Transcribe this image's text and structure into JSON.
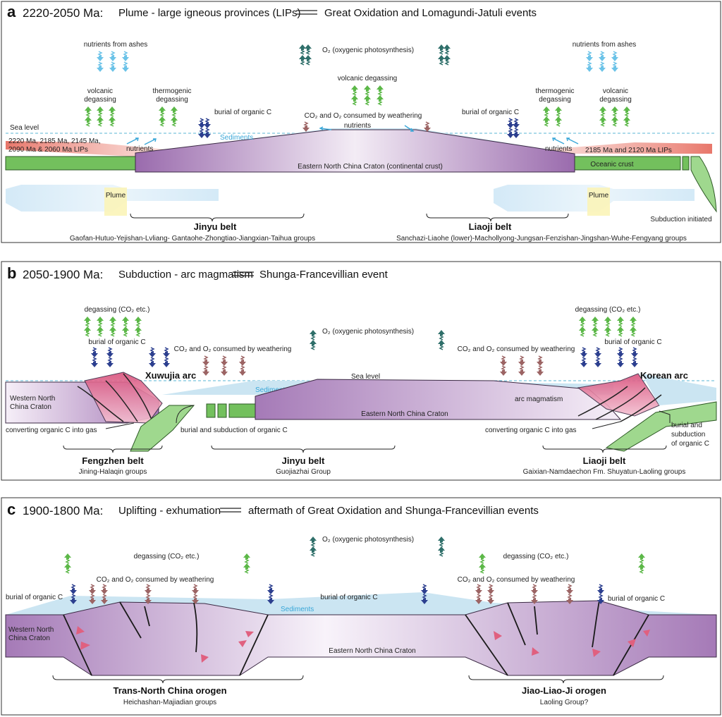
{
  "colors": {
    "purple": "#a77bb8",
    "green": "#6fbf5a",
    "seawater": "#b6dcee",
    "sea_level": "#5ab6d6",
    "sediment_text": "#3aa7d8",
    "o2_arrow": "#2f6f6a",
    "degas_arrow": "#5cb848",
    "burial_arrow": "#2c3f8f",
    "weathering_arrow": "#9c6464",
    "ash_arrow": "#6cc3e8",
    "lip_red": "#e8776b",
    "magma_pink": "#d9517c",
    "plume_yellow": "#fbf4b8"
  },
  "icons": {
    "o2": "double-up-arrow-icon",
    "degassing": "double-up-arrow-icon",
    "burial": "double-down-arrow-icon",
    "weathering": "double-down-arrow-icon",
    "ashes": "double-down-arrow-icon"
  },
  "panel_a": {
    "letter": "a",
    "age": "2220-2050 Ma:",
    "title_left": "Plume - large igneous provinces (LIPs)",
    "title_right": "Great Oxidation and Lomagundi-Jatuli events",
    "nutrients_ashes_left": "nutrients from ashes",
    "nutrients_ashes_right": "nutrients from ashes",
    "o2": "O₂ (oxygenic photosynthesis)",
    "volcanic_degassing_center": "volcanic degassing",
    "volcanic_left_1": "volcanic",
    "volcanic_left_2": "degassing",
    "thermo_left_1": "thermogenic",
    "thermo_left_2": "degassing",
    "thermo_right_1": "thermogenic",
    "thermo_right_2": "degassing",
    "volcanic_right_1": "volcanic",
    "volcanic_right_2": "degassing",
    "burial_left": "burial of organic C",
    "burial_right": "burial of organic C",
    "weathering": "CO₂ and O₂ consumed by weathering",
    "nutrients_center": "nutrients",
    "nutrients_left": "nutrients",
    "nutrients_right": "nutrients",
    "sea_level": "Sea level",
    "sediments": "Sediments",
    "lips_left_1": "2220 Ma, 2185 Ma, 2145 Ma,",
    "lips_left_2": "2090 Ma & 2060 Ma LIPs",
    "lips_right": "2185 Ma and 2120 Ma LIPs",
    "craton": "Eastern North China Craton (continental crust)",
    "oceanic_crust": "Oceanic crust",
    "plume_left": "Plume",
    "plume_right": "Plume",
    "subduction_initiated": "Subduction initiated",
    "belt_left": "Jinyu belt",
    "belt_right": "Liaoji belt",
    "groups_left": "Gaofan-Hutuo-Yejishan-Lvliang- Gantaohe-Zhongtiao-Jiangxian-Taihua groups",
    "groups_right": "Sanchazi-Liaohe (lower)-Machollyong-Jungsan-Fenzishan-Jingshan-Wuhe-Fengyang groups"
  },
  "panel_b": {
    "letter": "b",
    "age": "2050-1900 Ma:",
    "title_left": "Subduction - arc magmatism",
    "title_right": "Shunga-Francevillian event",
    "degassing_left": "degassing (CO₂ etc.)",
    "degassing_right": "degassing (CO₂ etc.)",
    "burial_left": "burial of organic C",
    "burial_right": "burial of organic C",
    "o2": "O₂ (oxygenic photosynthesis)",
    "weathering_left": "CO₂ and O₂ consumed by weathering",
    "weathering_right": "CO₂ and O₂ consumed by weathering",
    "arc_left": "Xuwujia arc",
    "arc_right": "Korean arc",
    "sea_level": "Sea level",
    "sediments": "Sediments",
    "western_craton_1": "Western North",
    "western_craton_2": "China Craton",
    "eastern_craton": "Eastern North China Craton",
    "arc_magmatism": "arc magmatism",
    "converting_left": "converting organic C into gas",
    "converting_right": "converting organic C into gas",
    "burial_subduction": "burial and subduction of organic C",
    "burial_subduction_r1": "burial and",
    "burial_subduction_r2": "subduction",
    "burial_subduction_r3": "of organic C",
    "belt_left": "Fengzhen belt",
    "belt_center": "Jinyu belt",
    "belt_right": "Liaoji belt",
    "groups_left": "Jining-Halaqin groups",
    "groups_center": "Guojiazhai Group",
    "groups_right": "Gaixian-Namdaechon Fm. Shuyatun-Laoling groups"
  },
  "panel_c": {
    "letter": "c",
    "age": "1900-1800 Ma:",
    "title_left": "Uplifting - exhumation",
    "title_right": "aftermath of Great Oxidation and Shunga-Francevillian events",
    "o2": "O₂ (oxygenic photosynthesis)",
    "degassing_left": "degassing (CO₂ etc.)",
    "degassing_right": "degassing (CO₂ etc.)",
    "weathering_left": "CO₂ and O₂ consumed by weathering",
    "weathering_right": "CO₂ and O₂ consumed by weathering",
    "burial_left": "burial of organic C",
    "burial_center": "burial of organic C",
    "burial_right": "burial of organic C",
    "sediments": "Sediments",
    "western_craton_1": "Western North",
    "western_craton_2": "China Craton",
    "eastern_craton": "Eastern North China Craton",
    "orogen_left": "Trans-North China orogen",
    "orogen_right": "Jiao-Liao-Ji orogen",
    "groups_left": "Heichashan-Majiadian groups",
    "groups_right": "Laoling Group?"
  }
}
